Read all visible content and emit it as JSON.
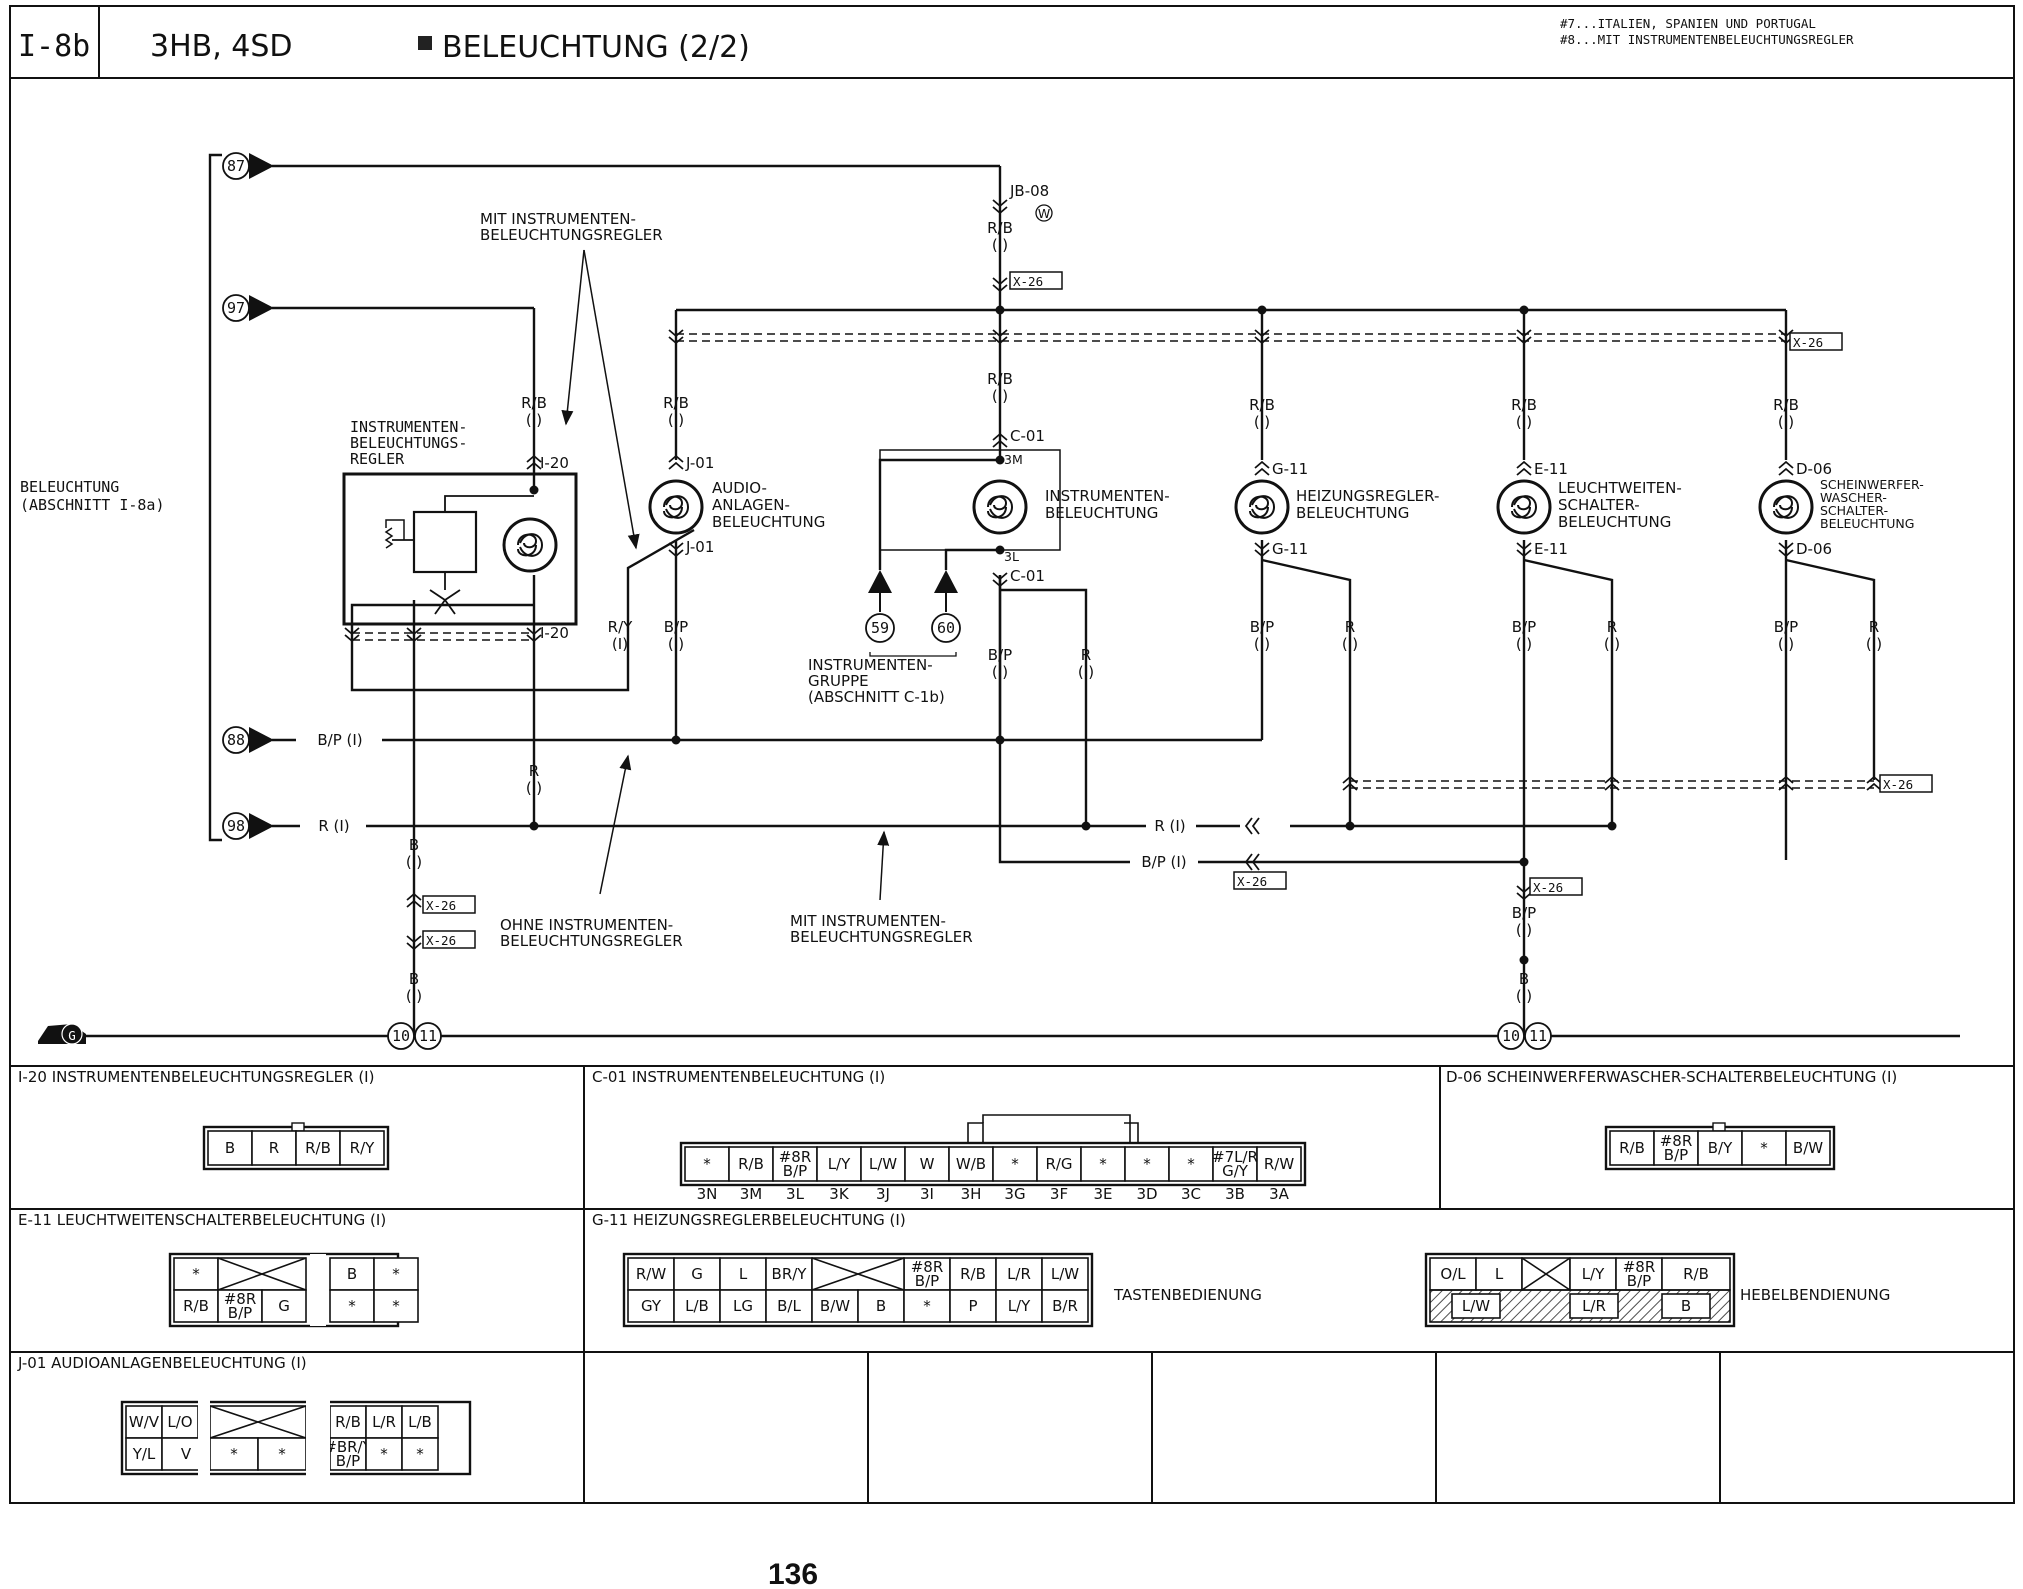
{
  "header": {
    "section_code": "I-8b",
    "models": "3HB, 4SD",
    "title": "BELEUCHTUNG (2/2)",
    "notes": [
      "#7...ITALIEN, SPANIEN UND PORTUGAL",
      "#8...MIT INSTRUMENTENBELEUCHTUNGSREGLER"
    ]
  },
  "terminals": {
    "t87": "87",
    "t97": "97",
    "t88": "88",
    "t98": "98",
    "t59": "59",
    "t60": "60",
    "g10a": "10",
    "g11a": "11",
    "g10b": "10",
    "g11b": "11",
    "ground": "G"
  },
  "side_label": [
    "BELEUCHTUNG",
    "(ABSCHNITT I-8a)"
  ],
  "callouts": {
    "mit_regler_top": [
      "MIT INSTRUMENTEN-",
      "BELEUCHTUNGSREGLER"
    ],
    "ohne_regler": [
      "OHNE INSTRUMENTEN-",
      "BELEUCHTUNGSREGLER"
    ],
    "mit_regler_bottom": [
      "MIT INSTRUMENTEN-",
      "BELEUCHTUNGSREGLER"
    ],
    "instr_gruppe": [
      "INSTRUMENTEN-",
      "GRUPPE",
      "(ABSCHNITT C-1b)"
    ]
  },
  "components": {
    "regler": [
      "INSTRUMENTEN-",
      "BELEUCHTUNGS-",
      "REGLER"
    ],
    "audio": [
      "AUDIO-",
      "ANLAGEN-",
      "BELEUCHTUNG"
    ],
    "instr": [
      "INSTRUMENTEN-",
      "BELEUCHTUNG"
    ],
    "heiz": [
      "HEIZUNGSREGLER-",
      "BELEUCHTUNG"
    ],
    "leucht": [
      "LEUCHTWEITEN-",
      "SCHALTER-",
      "BELEUCHTUNG"
    ],
    "schein": [
      "SCHEINWERFER-",
      "WASCHER-",
      "SCHALTER-",
      "BELEUCHTUNG"
    ]
  },
  "connector_ids": {
    "jb08": "JB-08",
    "w": "W",
    "x26": "X-26",
    "i20": "I-20",
    "j01": "J-01",
    "c01": "C-01",
    "g11": "G-11",
    "e11": "E-11",
    "d06": "D-06",
    "pin3m": "3M",
    "pin3l": "3L"
  },
  "wire_labels": {
    "rb": "R/B",
    "bp": "B/P",
    "r": "R",
    "ry": "R/Y",
    "b": "B",
    "i": "(I)",
    "bp_i": "B/P (I)",
    "r_i": "R (I)"
  },
  "connectors": {
    "i20": {
      "title": "I-20 INSTRUMENTENBELEUCHTUNGSREGLER (I)",
      "cells": [
        "B",
        "R",
        "R/B",
        "R/Y"
      ]
    },
    "c01": {
      "title": "C-01 INSTRUMENTENBELEUCHTUNG (I)",
      "cells": [
        "*",
        "R/B",
        "#8R B/P",
        "L/Y",
        "L/W",
        "W",
        "W/B",
        "*",
        "R/G",
        "*",
        "*",
        "*",
        "#7L/R G/Y",
        "R/W"
      ],
      "pins": [
        "3N",
        "3M",
        "3L",
        "3K",
        "3J",
        "3I",
        "3H",
        "3G",
        "3F",
        "3E",
        "3D",
        "3C",
        "3B",
        "3A"
      ]
    },
    "d06": {
      "title": "D-06 SCHEINWERFERWASCHER-SCHALTERBELEUCHTUNG (I)",
      "cells": [
        "R/B",
        "#8R B/P",
        "B/Y",
        "*",
        "B/W"
      ]
    },
    "e11": {
      "title": "E-11 LEUCHTWEITENSCHALTERBELEUCHTUNG (I)",
      "top": [
        "*",
        "B",
        "*"
      ],
      "bottom": [
        "R/B",
        "#8R B/P",
        "G",
        "*",
        "*"
      ]
    },
    "g11": {
      "title": "G-11 HEIZUNGSREGLERBELEUCHTUNG (I)",
      "tast_top": [
        "R/W",
        "G",
        "L",
        "BR/Y",
        "#8R B/P",
        "R/B",
        "L/R",
        "L/W"
      ],
      "tast_bottom": [
        "GY",
        "L/B",
        "LG",
        "B/L",
        "B/W",
        "B",
        "*",
        "P",
        "L/Y",
        "B/R"
      ],
      "tast_label": "TASTENBEDIENUNG",
      "hebel_top": [
        "O/L",
        "L",
        "L/Y",
        "#8R B/P",
        "R/B"
      ],
      "hebel_bottom": [
        "L/W",
        "L/R",
        "B"
      ],
      "hebel_label": "HEBELBENDIENUNG"
    },
    "j01": {
      "title": "J-01 AUDIOANLAGENBELEUCHTUNG (I)",
      "top": [
        "W/V",
        "L/O",
        "R/B",
        "L/R",
        "L/B"
      ],
      "bottom": [
        "Y/L",
        "V",
        "*",
        "*",
        "#BR/Y B/P",
        "*",
        "*"
      ]
    }
  },
  "page_number": "136"
}
